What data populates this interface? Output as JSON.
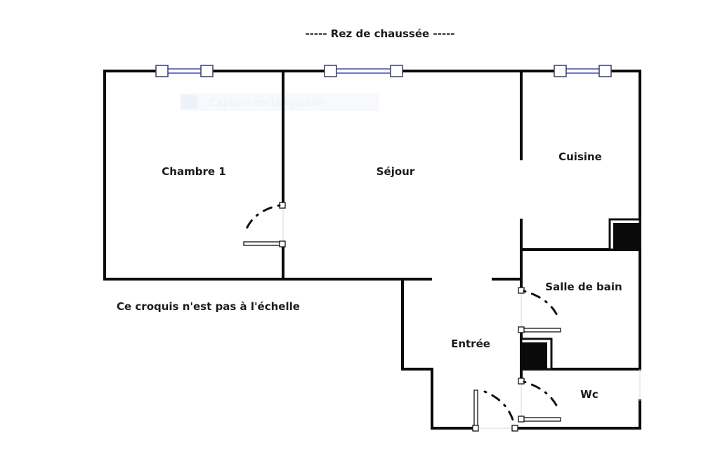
{
  "plan": {
    "title": "----- Rez de chaussée -----",
    "note": "Ce croquis n'est pas à l'échelle",
    "watermark": "Capture rectangulaire",
    "rooms": {
      "chambre": "Chambre 1",
      "sejour": "Séjour",
      "cuisine": "Cuisine",
      "salle_de_bain": "Salle de bain",
      "entree": "Entrée",
      "wc": "Wc"
    },
    "colors": {
      "wall": "#0a0a0a",
      "window": "#4a4aa8",
      "background": "#ffffff"
    }
  }
}
